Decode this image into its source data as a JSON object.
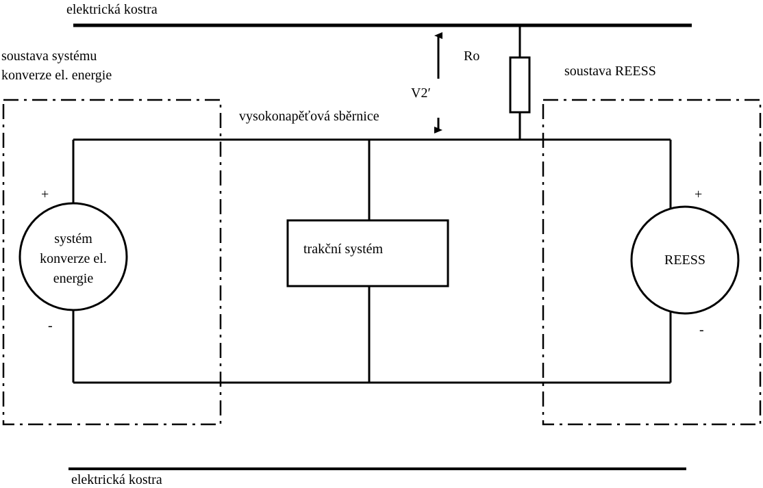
{
  "labels": {
    "ground_top": "elektrická kostra",
    "ground_bottom": "elektrická kostra",
    "conversion_group": [
      "soustava systému",
      "konverze el. energie"
    ],
    "reess_group": "soustava REESS",
    "hv_bus": "vysokonapěťová sběrnice",
    "voltage": "V2′",
    "resistor": "Ro",
    "traction": "trakční systém",
    "conversion_source": [
      "systém",
      "konverze el.",
      "energie"
    ],
    "reess_source": "REESS",
    "plus_left": "+",
    "minus_left": "-",
    "plus_right": "+",
    "minus_right": "-"
  },
  "colors": {
    "line": "#000000",
    "background": "#ffffff"
  }
}
